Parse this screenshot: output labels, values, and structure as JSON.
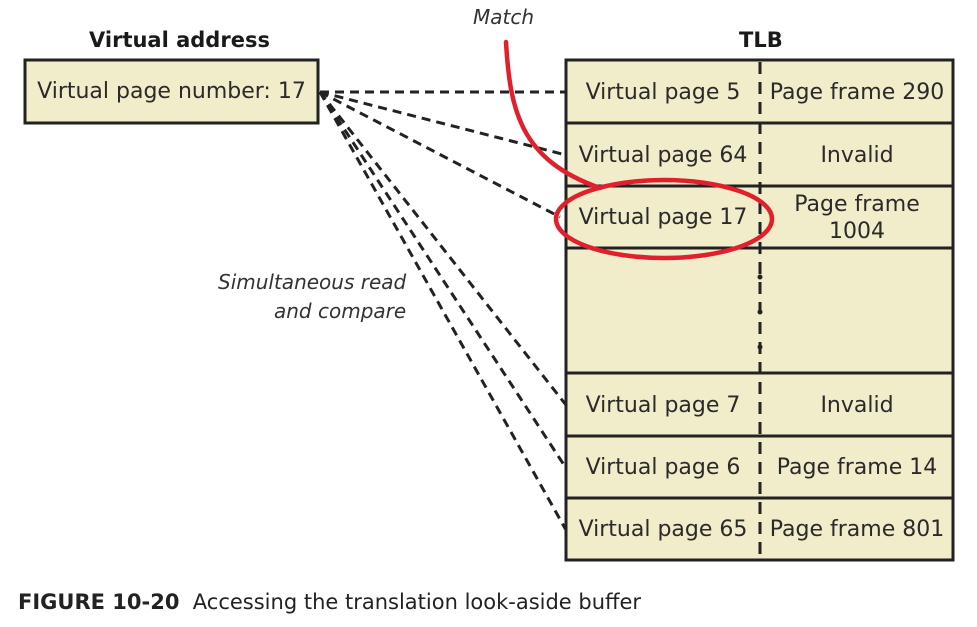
{
  "header_virtual_address": "Virtual address",
  "header_tlb": "TLB",
  "virtual_address_box": "Virtual page number: 17",
  "match_label": "Match",
  "compare_label_line1": "Simultaneous read",
  "compare_label_line2": "and compare",
  "tlb_rows": [
    {
      "left": "Virtual page 5",
      "right": "Page frame 290"
    },
    {
      "left": "Virtual page 64",
      "right": "Invalid"
    },
    {
      "left": "Virtual page 17",
      "right": "Page frame 1004"
    },
    {
      "left": "",
      "right": ""
    },
    {
      "left": "Virtual page 7",
      "right": "Invalid"
    },
    {
      "left": "Virtual page 6",
      "right": "Page frame 14"
    },
    {
      "left": "Virtual page 65",
      "right": "Page frame 801"
    }
  ],
  "caption_figure": "FIGURE 10-20",
  "caption_text": "Accessing the translation look-aside buffer",
  "colors": {
    "fill": "#f1ecca",
    "stroke": "#222222",
    "match": "#e0202c"
  }
}
